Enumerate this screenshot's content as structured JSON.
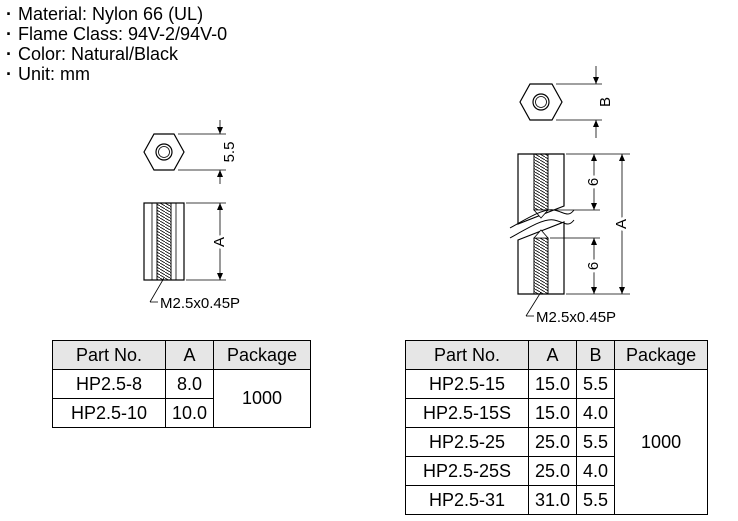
{
  "specs": [
    "Material: Nylon 66 (UL)",
    "Flame Class: 94V-2/94V-0",
    "Color: Natural/Black",
    "Unit: mm"
  ],
  "drawing_left": {
    "hex_dim": "5.5",
    "length_dim": "A",
    "thread_callout": "M2.5x0.45P"
  },
  "drawing_right": {
    "hex_dim": "B",
    "top_thread_depth": "6",
    "length_dim": "A",
    "bottom_thread_depth": "6",
    "thread_callout": "M2.5x0.45P"
  },
  "table_left": {
    "headers": [
      "Part No.",
      "A",
      "Package"
    ],
    "rows": [
      {
        "part_no": "HP2.5-8",
        "a": "8.0"
      },
      {
        "part_no": "HP2.5-10",
        "a": "10.0"
      }
    ],
    "package": "1000"
  },
  "table_right": {
    "headers": [
      "Part No.",
      "A",
      "B",
      "Package"
    ],
    "rows": [
      {
        "part_no": "HP2.5-15",
        "a": "15.0",
        "b": "5.5"
      },
      {
        "part_no": "HP2.5-15S",
        "a": "15.0",
        "b": "4.0"
      },
      {
        "part_no": "HP2.5-25",
        "a": "25.0",
        "b": "5.5"
      },
      {
        "part_no": "HP2.5-25S",
        "a": "25.0",
        "b": "4.0"
      },
      {
        "part_no": "HP2.5-31",
        "a": "31.0",
        "b": "5.5"
      }
    ],
    "package": "1000"
  }
}
